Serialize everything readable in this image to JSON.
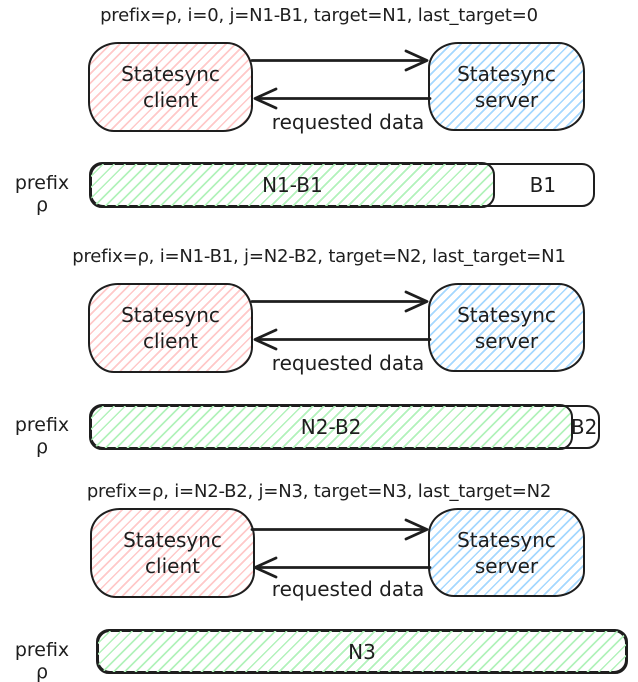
{
  "colors": {
    "ink": "#1e1e1e",
    "client-hatch": "#ffc9c9",
    "server-hatch": "#a5d8ff",
    "bar-hatch": "#b2f2bb"
  },
  "rounds": [
    {
      "caption": "prefix=ρ, i=0, j=N1-B1, target=N1, last_target=0",
      "client": "Statesync\nclient",
      "server": "Statesync\nserver",
      "response_label": "requested data",
      "prefix_label": "prefix ρ",
      "bar": {
        "synced_label": "N1-B1",
        "synced_fraction": 0.8,
        "remaining_label": "B1"
      }
    },
    {
      "caption": "prefix=ρ, i=N1-B1, j=N2-B2, target=N2, last_target=N1",
      "client": "Statesync\nclient",
      "server": "Statesync\nserver",
      "response_label": "requested data",
      "prefix_label": "prefix ρ",
      "bar": {
        "synced_label": "N2-B2",
        "synced_fraction": 0.945,
        "remaining_label": "B2"
      }
    },
    {
      "caption": "prefix=ρ, i=N2-B2, j=N3, target=N3, last_target=N2",
      "client": "Statesync\nclient",
      "server": "Statesync\nserver",
      "response_label": "requested data",
      "prefix_label": "prefix ρ",
      "bar": {
        "synced_label": "N3",
        "synced_fraction": 1.0,
        "remaining_label": ""
      }
    }
  ]
}
